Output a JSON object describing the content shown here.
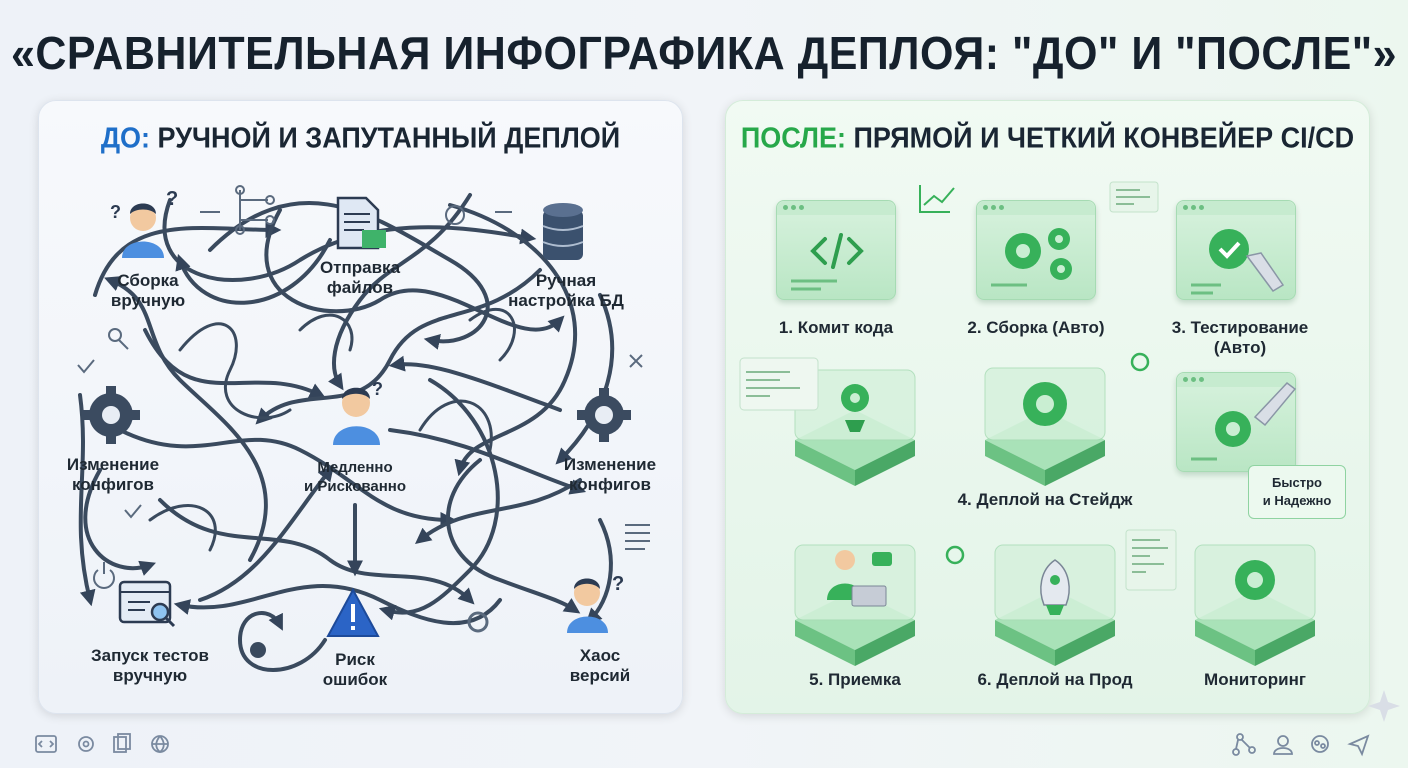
{
  "title": "«СРАВНИТЕЛЬНАЯ ИНФОГРАФИКА ДЕПЛОЯ: \"ДО\" И \"ПОСЛЕ\"»",
  "before": {
    "title_accent": "ДО:",
    "title_rest": " РУЧНОЙ И ЗАПУТАННЫЙ ДЕПЛОЙ",
    "nodes": {
      "manual_build": [
        "Сборка",
        "вручную"
      ],
      "file_upload": [
        "Отправка",
        "файлов"
      ],
      "manual_db": [
        "Ручная",
        "настройка БД"
      ],
      "config_left": [
        "Изменение",
        "конфигов"
      ],
      "center": [
        "Медленно",
        "и Рискованно"
      ],
      "config_right": [
        "Изменение",
        "конфигов"
      ],
      "manual_tests": [
        "Запуск тестов",
        "вручную"
      ],
      "error_risk": [
        "Риск",
        "ошибок"
      ],
      "version_chaos": [
        "Хаос",
        "версий"
      ]
    }
  },
  "after": {
    "title_accent": "ПОСЛЕ:",
    "title_rest": " ПРЯМОЙ И ЧЕТКИЙ КОНВЕЙЕР CI/CD",
    "steps": {
      "commit": "1. Комит кода",
      "build": "2. Сборка (Авто)",
      "test": [
        "3. Тестирование",
        "(Авто)"
      ],
      "staging": "4. Деплой на Стейдж",
      "acceptance": "5. Приемка",
      "prod": "6. Деплой на Прод",
      "monitoring": "Мониторинг"
    },
    "badge": [
      "Быстро",
      "и Надежно"
    ]
  },
  "colors": {
    "blue_accent": "#1f6fc9",
    "green_accent": "#27a84a",
    "tangle": "#3a4a5e",
    "arrow_green": "#2fbf56"
  },
  "footer_icons": [
    "code-icon",
    "gear-icon",
    "documents-icon",
    "globe-icon",
    "network-icon",
    "user-badge-icon",
    "flow-icon",
    "send-icon"
  ]
}
